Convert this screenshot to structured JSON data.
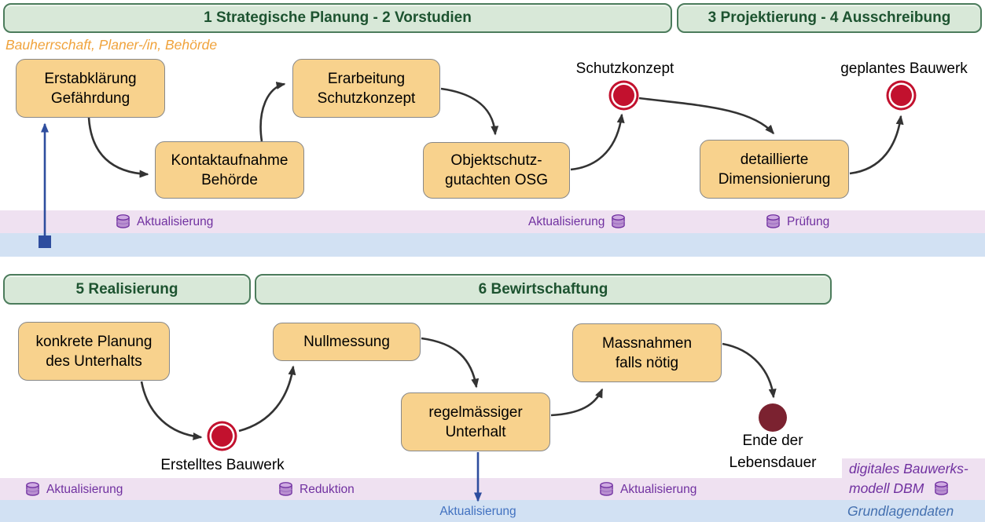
{
  "phase_bars": [
    {
      "id": "phase-1-2",
      "label": "1 Strategische Planung - 2 Vorstudien"
    },
    {
      "id": "phase-3-4",
      "label": "3 Projektierung - 4 Ausschreibung"
    },
    {
      "id": "phase-5",
      "label": "5 Realisierung"
    },
    {
      "id": "phase-6",
      "label": "6 Bewirtschaftung"
    }
  ],
  "actors_note": "Bauherrschaft, Planer-/in, Behörde",
  "process_boxes": [
    {
      "id": "erstabklaerung",
      "label": "Erstabklärung\nGefährdung"
    },
    {
      "id": "kontaktaufnahme",
      "label": "Kontaktaufnahme\nBehörde"
    },
    {
      "id": "erarbeitung",
      "label": "Erarbeitung\nSchutzkonzept"
    },
    {
      "id": "objektschutz-osg",
      "label": "Objektschutz-\ngutachten OSG"
    },
    {
      "id": "dimensionierung",
      "label": "detaillierte\nDimensionierung"
    },
    {
      "id": "konkrete-planung",
      "label": "konkrete Planung\ndes Unterhalts"
    },
    {
      "id": "nullmessung",
      "label": "Nullmessung"
    },
    {
      "id": "unterhalt",
      "label": "regelmässiger\nUnterhalt"
    },
    {
      "id": "massnahmen",
      "label": "Massnahmen\nfalls nötig"
    }
  ],
  "milestones": [
    {
      "id": "schutzkonzept",
      "label": "Schutzkonzept",
      "type": "red-ringed"
    },
    {
      "id": "geplantes-bauwerk",
      "label": "geplantes Bauwerk",
      "type": "red-ringed"
    },
    {
      "id": "erstelltes-bauwerk",
      "label": "Erstelltes Bauwerk",
      "type": "red-ringed"
    },
    {
      "id": "ende-lebensdauer",
      "label": "Ende der\nLebensdauer",
      "type": "dark-filled"
    }
  ],
  "dbm_band_top": [
    {
      "label": "Aktualisierung",
      "icon": "database-icon",
      "icon_side": "left"
    },
    {
      "label": "Aktualisierung",
      "icon": "database-icon",
      "icon_side": "right"
    },
    {
      "label": "Prüfung",
      "icon": "database-icon",
      "icon_side": "left"
    }
  ],
  "dbm_band_bottom": [
    {
      "label": "Aktualisierung",
      "icon": "database-icon",
      "icon_side": "left"
    },
    {
      "label": "Reduktion",
      "icon": "database-icon",
      "icon_side": "left"
    },
    {
      "label": "Aktualisierung",
      "icon": "database-icon",
      "icon_side": "left"
    }
  ],
  "grundlagen_band_item": {
    "label": "Aktualisierung"
  },
  "legend": {
    "dbm_line1": "digitales Bauwerks-",
    "dbm_line2": "modell DBM",
    "grundlagen": "Grundlagendaten"
  },
  "colors": {
    "phase_bar_fill": "#d8e8d8",
    "phase_bar_border": "#4c7c5c",
    "phase_bar_text": "#1d5330",
    "process_box_fill": "#f8d28d",
    "process_box_border": "#888888",
    "milestone_red": "#c2112e",
    "milestone_dark_red": "#7b2230",
    "dbm_band_fill": "#efe1f1",
    "grundlagen_band_fill": "#d2e1f3",
    "dbm_text": "#7030a0",
    "grundlagen_text": "#4171c0",
    "actors_text": "#f0a33c",
    "arrow_black": "#333333",
    "arrow_blue": "#2e4d9e"
  }
}
